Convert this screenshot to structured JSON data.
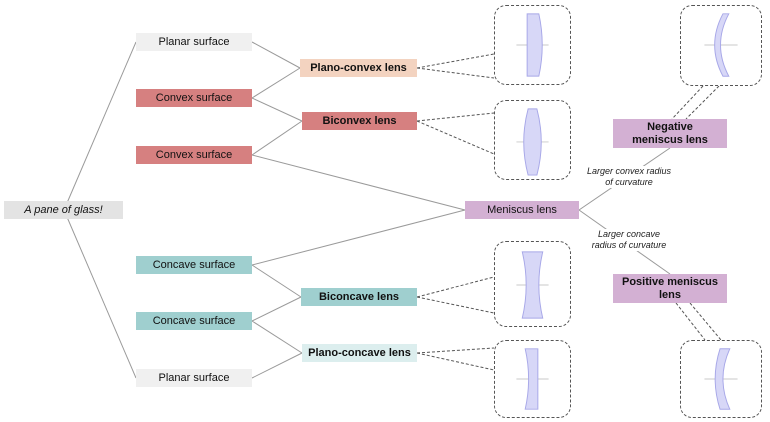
{
  "root": {
    "label": "A pane of glass!"
  },
  "surfaces": {
    "planar_top": "Planar surface",
    "convex_1": "Convex surface",
    "convex_2": "Convex surface",
    "concave_1": "Concave surface",
    "concave_2": "Concave surface",
    "planar_bottom": "Planar surface"
  },
  "lenses": {
    "plano_convex": "Plano-convex lens",
    "biconvex": "Biconvex lens",
    "meniscus": "Meniscus lens",
    "biconcave": "Biconcave lens",
    "plano_concave": "Plano-concave lens",
    "negative_meniscus": "Negative meniscus lens",
    "positive_meniscus": "Positive meniscus lens"
  },
  "edge_labels": {
    "larger_convex": "Larger convex radius of curvature",
    "larger_concave": "Larger concave radius of curvature"
  },
  "colors": {
    "grey": "#e6e6e6",
    "red": "#d68080",
    "peach": "#f3d3c0",
    "teal": "#9fcfcf",
    "lightteal": "#dceeee",
    "purple": "#d3b0d3",
    "lens_fill": "#d7d7f7",
    "lens_stroke": "#a8a8e8"
  }
}
